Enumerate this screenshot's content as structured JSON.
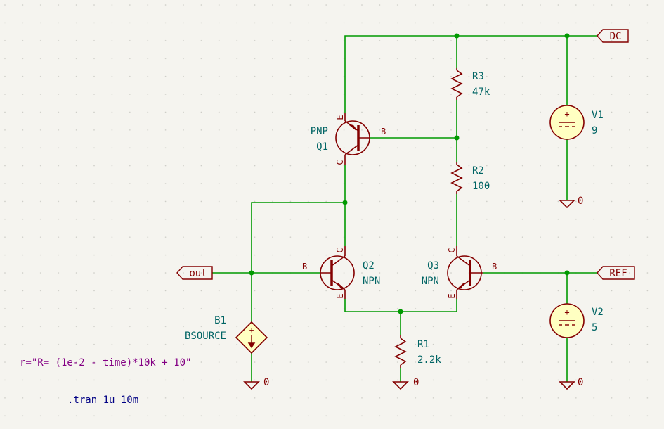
{
  "colors": {
    "background": "#f5f4ef",
    "grid": "#c8c8c2",
    "wire": "#009900",
    "junction": "#009900",
    "symbol": "#840000",
    "source_fill": "#ffffc2",
    "ref_text": "#006464",
    "label_text": "#840000",
    "directive_text": "#000084",
    "expr_text": "#840084"
  },
  "components": {
    "q1": {
      "ref": "Q1",
      "value": "PNP",
      "pin_e": "E",
      "pin_b": "B",
      "pin_c": "C"
    },
    "q2": {
      "ref": "Q2",
      "value": "NPN",
      "pin_e": "E",
      "pin_b": "B",
      "pin_c": "C"
    },
    "q3": {
      "ref": "Q3",
      "value": "NPN",
      "pin_e": "E",
      "pin_b": "B",
      "pin_c": "C"
    },
    "r1": {
      "ref": "R1",
      "value": "2.2k"
    },
    "r2": {
      "ref": "R2",
      "value": "100"
    },
    "r3": {
      "ref": "R3",
      "value": "47k"
    },
    "v1": {
      "ref": "V1",
      "value": "9"
    },
    "v2": {
      "ref": "V2",
      "value": "5"
    },
    "b1": {
      "ref": "B1",
      "value": "BSOURCE",
      "expression": "r=\"R= (1e-2 - time)*10k + 10\""
    }
  },
  "labels": {
    "dc": "DC",
    "ref": "REF",
    "out": "out"
  },
  "grounds": {
    "b1": "0",
    "r1": "0",
    "v1": "0",
    "v2": "0"
  },
  "directive": ".tran 1u 10m",
  "source_symbols": {
    "plus": "+"
  }
}
